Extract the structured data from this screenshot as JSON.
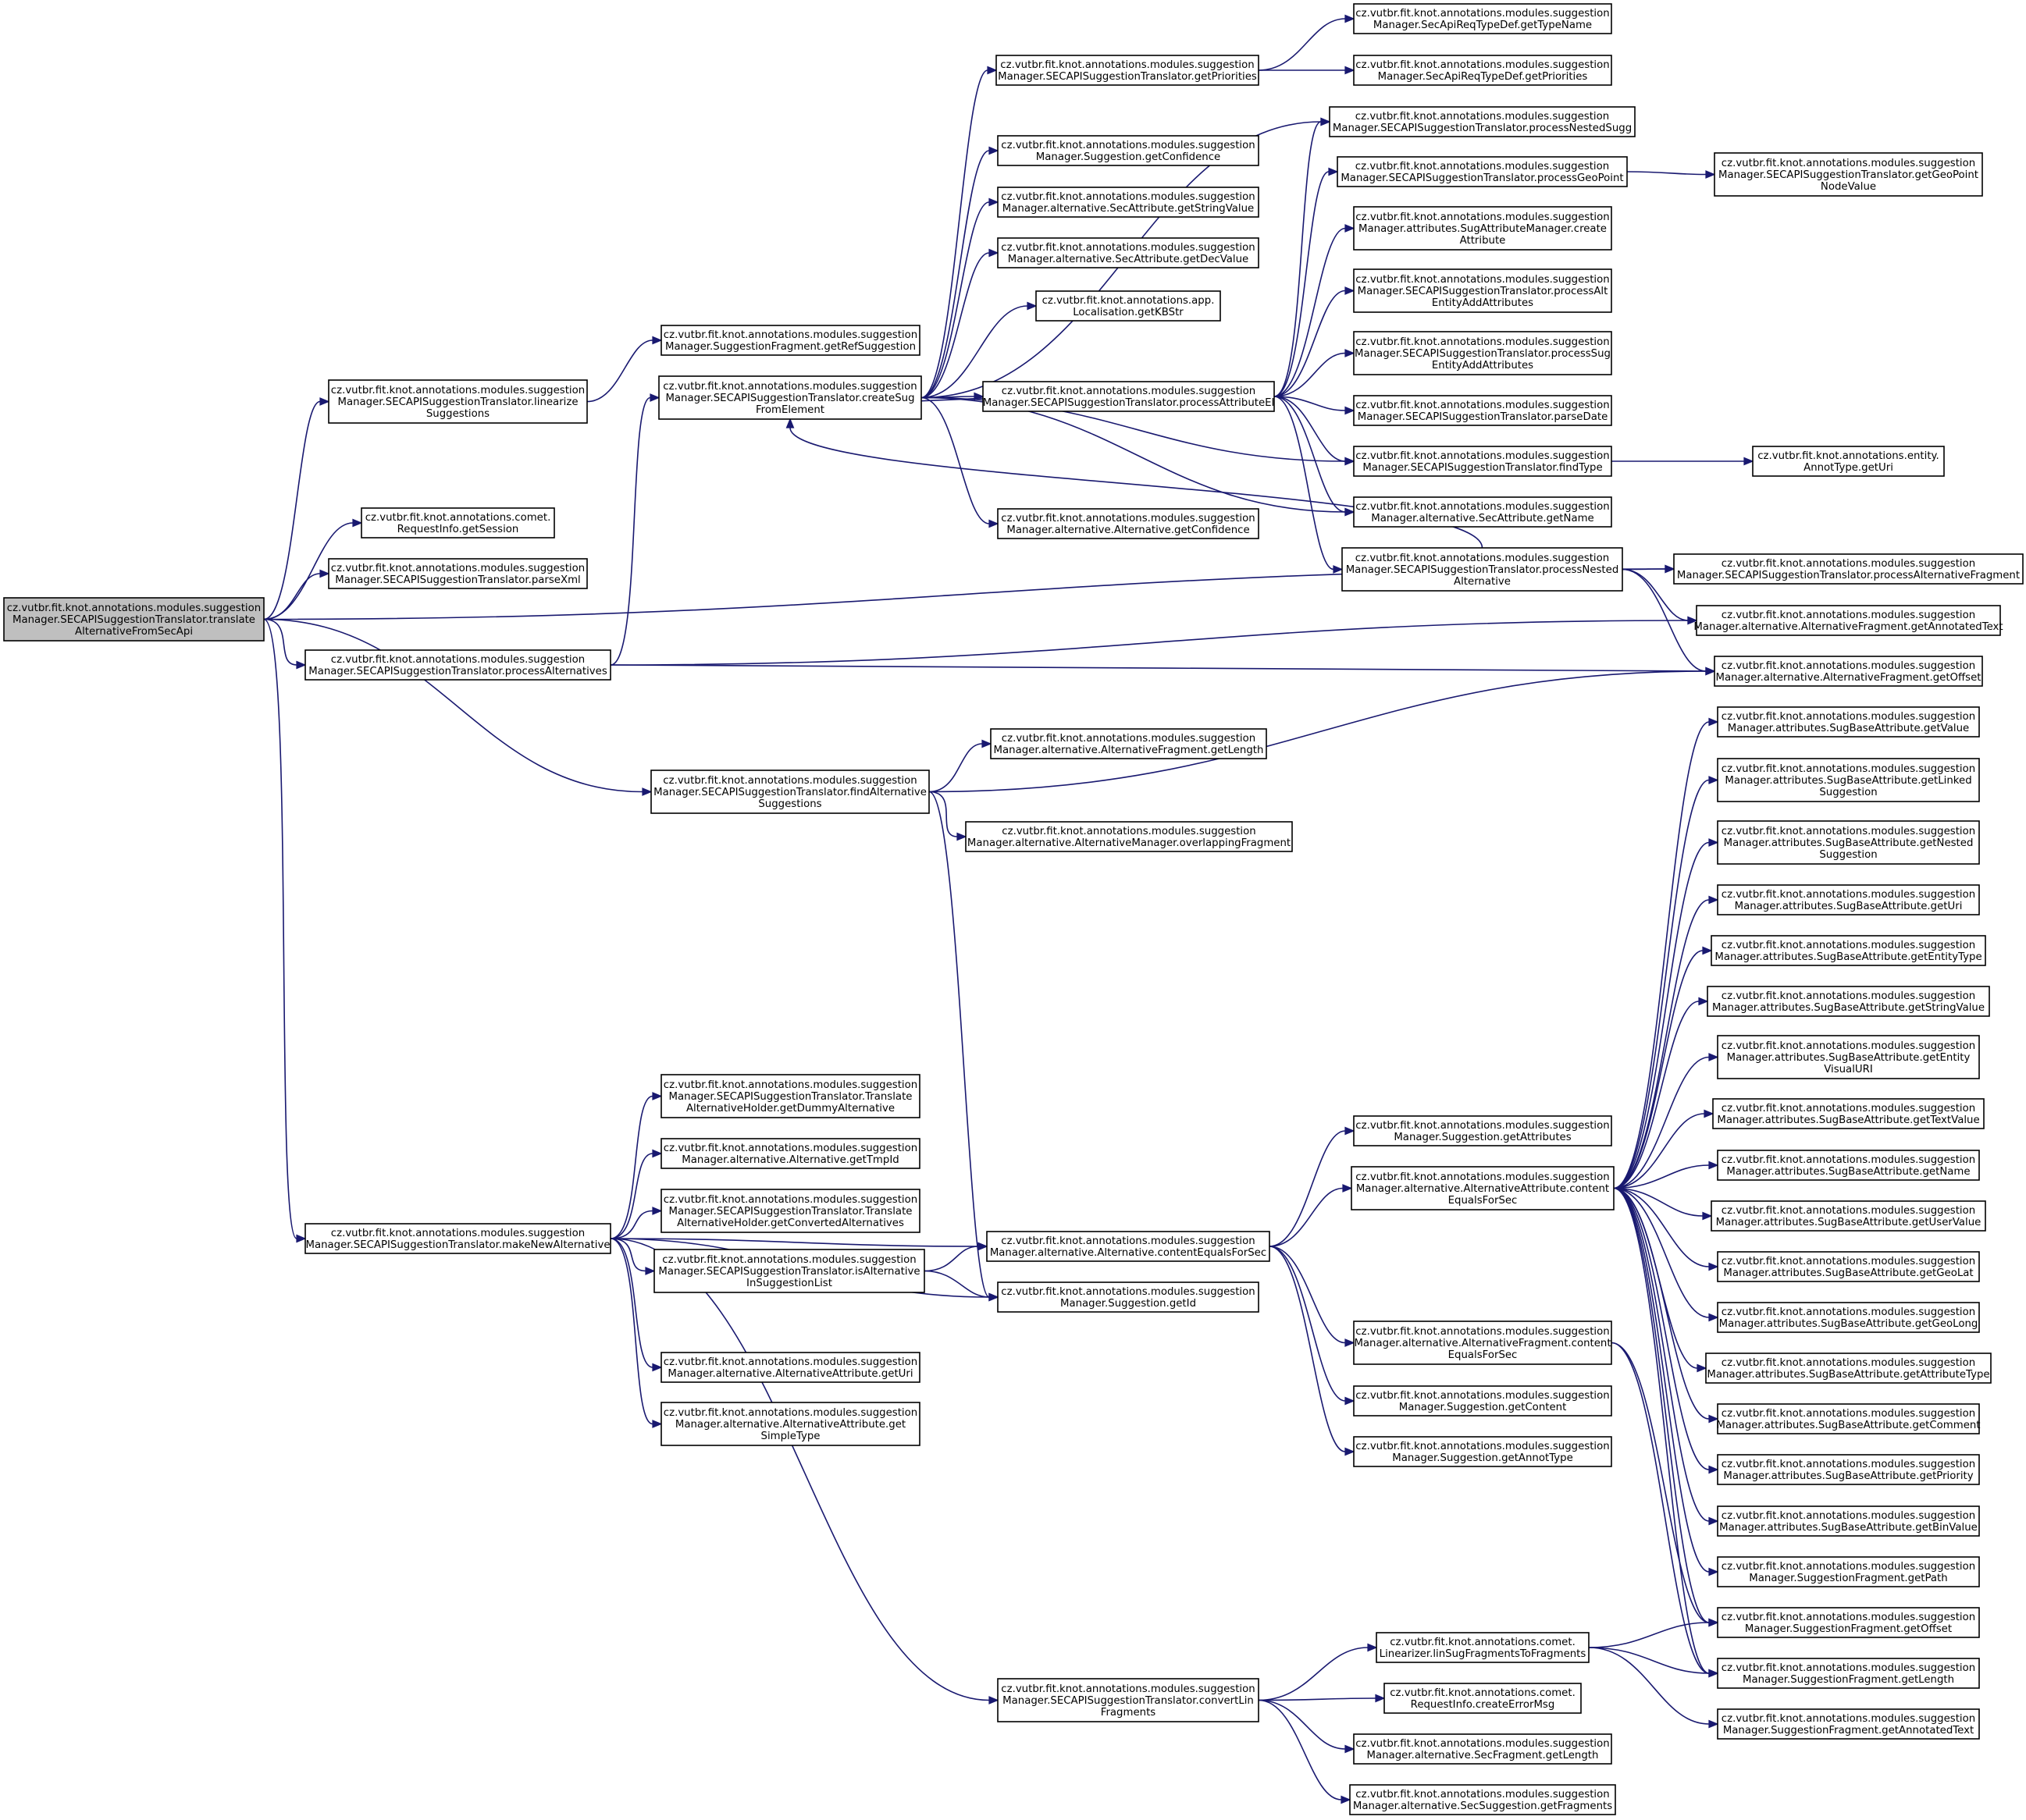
{
  "nodes": {
    "root": [
      "cz.vutbr.fit.knot.annotations.modules.suggestion",
      "Manager.SECAPISuggestionTranslator.translate",
      "AlternativeFromSecApi"
    ],
    "linearize": [
      "cz.vutbr.fit.knot.annotations.modules.suggestion",
      "Manager.SECAPISuggestionTranslator.linearize",
      "Suggestions"
    ],
    "getSession": [
      "cz.vutbr.fit.knot.annotations.comet.",
      "RequestInfo.getSession"
    ],
    "parseXml": [
      "cz.vutbr.fit.knot.annotations.modules.suggestion",
      "Manager.SECAPISuggestionTranslator.parseXml"
    ],
    "processAlternatives": [
      "cz.vutbr.fit.knot.annotations.modules.suggestion",
      "Manager.SECAPISuggestionTranslator.processAlternatives"
    ],
    "makeNewAlternative": [
      "cz.vutbr.fit.knot.annotations.modules.suggestion",
      "Manager.SECAPISuggestionTranslator.makeNewAlternative"
    ],
    "getRefSuggestion": [
      "cz.vutbr.fit.knot.annotations.modules.suggestion",
      "Manager.SuggestionFragment.getRefSuggestion"
    ],
    "createSugFromElement": [
      "cz.vutbr.fit.knot.annotations.modules.suggestion",
      "Manager.SECAPISuggestionTranslator.createSug",
      "FromElement"
    ],
    "findAlternativeSuggestions": [
      "cz.vutbr.fit.knot.annotations.modules.suggestion",
      "Manager.SECAPISuggestionTranslator.findAlternative",
      "Suggestions"
    ],
    "getDummyAlternative": [
      "cz.vutbr.fit.knot.annotations.modules.suggestion",
      "Manager.SECAPISuggestionTranslator.Translate",
      "AlternativeHolder.getDummyAlternative"
    ],
    "getTmpId": [
      "cz.vutbr.fit.knot.annotations.modules.suggestion",
      "Manager.alternative.Alternative.getTmpId"
    ],
    "getConvertedAlternatives": [
      "cz.vutbr.fit.knot.annotations.modules.suggestion",
      "Manager.SECAPISuggestionTranslator.Translate",
      "AlternativeHolder.getConvertedAlternatives"
    ],
    "isAlternativeInSuggestionList": [
      "cz.vutbr.fit.knot.annotations.modules.suggestion",
      "Manager.SECAPISuggestionTranslator.isAlternative",
      "InSuggestionList"
    ],
    "altAttrGetUri": [
      "cz.vutbr.fit.knot.annotations.modules.suggestion",
      "Manager.alternative.AlternativeAttribute.getUri"
    ],
    "altAttrGetSimpleType": [
      "cz.vutbr.fit.knot.annotations.modules.suggestion",
      "Manager.alternative.AlternativeAttribute.get",
      "SimpleType"
    ],
    "getPriorities": [
      "cz.vutbr.fit.knot.annotations.modules.suggestion",
      "Manager.SECAPISuggestionTranslator.getPriorities"
    ],
    "suggestionGetConfidence": [
      "cz.vutbr.fit.knot.annotations.modules.suggestion",
      "Manager.Suggestion.getConfidence"
    ],
    "getStringValue": [
      "cz.vutbr.fit.knot.annotations.modules.suggestion",
      "Manager.alternative.SecAttribute.getStringValue"
    ],
    "getDecValue": [
      "cz.vutbr.fit.knot.annotations.modules.suggestion",
      "Manager.alternative.SecAttribute.getDecValue"
    ],
    "getKBStr": [
      "cz.vutbr.fit.knot.annotations.app.",
      "Localisation.getKBStr"
    ],
    "processAttributeEl": [
      "cz.vutbr.fit.knot.annotations.modules.suggestion",
      "Manager.SECAPISuggestionTranslator.processAttributeEl"
    ],
    "altGetConfidence": [
      "cz.vutbr.fit.knot.annotations.modules.suggestion",
      "Manager.alternative.Alternative.getConfidence"
    ],
    "altFragGetLength": [
      "cz.vutbr.fit.knot.annotations.modules.suggestion",
      "Manager.alternative.AlternativeFragment.getLength"
    ],
    "overlappingFragment": [
      "cz.vutbr.fit.knot.annotations.modules.suggestion",
      "Manager.alternative.AlternativeManager.overlappingFragment"
    ],
    "altContentEqualsForSec": [
      "cz.vutbr.fit.knot.annotations.modules.suggestion",
      "Manager.alternative.Alternative.contentEqualsForSec"
    ],
    "suggestionGetId": [
      "cz.vutbr.fit.knot.annotations.modules.suggestion",
      "Manager.Suggestion.getId"
    ],
    "convertLinFragments": [
      "cz.vutbr.fit.knot.annotations.modules.suggestion",
      "Manager.SECAPISuggestionTranslator.convertLin",
      "Fragments"
    ],
    "getTypeName": [
      "cz.vutbr.fit.knot.annotations.modules.suggestion",
      "Manager.SecApiReqTypeDef.getTypeName"
    ],
    "reqTypeGetPriorities": [
      "cz.vutbr.fit.knot.annotations.modules.suggestion",
      "Manager.SecApiReqTypeDef.getPriorities"
    ],
    "processNestedSugg": [
      "cz.vutbr.fit.knot.annotations.modules.suggestion",
      "Manager.SECAPISuggestionTranslator.processNestedSugg"
    ],
    "processGeoPoint": [
      "cz.vutbr.fit.knot.annotations.modules.suggestion",
      "Manager.SECAPISuggestionTranslator.processGeoPoint"
    ],
    "createAttribute": [
      "cz.vutbr.fit.knot.annotations.modules.suggestion",
      "Manager.attributes.SugAttributeManager.create",
      "Attribute"
    ],
    "processAltEntityAddAttributes": [
      "cz.vutbr.fit.knot.annotations.modules.suggestion",
      "Manager.SECAPISuggestionTranslator.processAlt",
      "EntityAddAttributes"
    ],
    "processSugEntityAddAttributes": [
      "cz.vutbr.fit.knot.annotations.modules.suggestion",
      "Manager.SECAPISuggestionTranslator.processSug",
      "EntityAddAttributes"
    ],
    "parseDate": [
      "cz.vutbr.fit.knot.annotations.modules.suggestion",
      "Manager.SECAPISuggestionTranslator.parseDate"
    ],
    "findType": [
      "cz.vutbr.fit.knot.annotations.modules.suggestion",
      "Manager.SECAPISuggestionTranslator.findType"
    ],
    "secAttrGetName": [
      "cz.vutbr.fit.knot.annotations.modules.suggestion",
      "Manager.alternative.SecAttribute.getName"
    ],
    "processNestedAlternative": [
      "cz.vutbr.fit.knot.annotations.modules.suggestion",
      "Manager.SECAPISuggestionTranslator.processNested",
      "Alternative"
    ],
    "getAttributes": [
      "cz.vutbr.fit.knot.annotations.modules.suggestion",
      "Manager.Suggestion.getAttributes"
    ],
    "altAttrContentEqualsForSec": [
      "cz.vutbr.fit.knot.annotations.modules.suggestion",
      "Manager.alternative.AlternativeAttribute.content",
      "EqualsForSec"
    ],
    "altFragContentEqualsForSec": [
      "cz.vutbr.fit.knot.annotations.modules.suggestion",
      "Manager.alternative.AlternativeFragment.content",
      "EqualsForSec"
    ],
    "suggestionGetContent": [
      "cz.vutbr.fit.knot.annotations.modules.suggestion",
      "Manager.Suggestion.getContent"
    ],
    "suggestionGetAnnotType": [
      "cz.vutbr.fit.knot.annotations.modules.suggestion",
      "Manager.Suggestion.getAnnotType"
    ],
    "linSugFragmentsToFragments": [
      "cz.vutbr.fit.knot.annotations.comet.",
      "Linearizer.linSugFragmentsToFragments"
    ],
    "createErrorMsg": [
      "cz.vutbr.fit.knot.annotations.comet.",
      "RequestInfo.createErrorMsg"
    ],
    "secFragGetLength": [
      "cz.vutbr.fit.knot.annotations.modules.suggestion",
      "Manager.alternative.SecFragment.getLength"
    ],
    "secSuggestionGetFragments": [
      "cz.vutbr.fit.knot.annotations.modules.suggestion",
      "Manager.alternative.SecSuggestion.getFragments"
    ],
    "getGeoPointNodeValue": [
      "cz.vutbr.fit.knot.annotations.modules.suggestion",
      "Manager.SECAPISuggestionTranslator.getGeoPoint",
      "NodeValue"
    ],
    "annotTypeGetUri": [
      "cz.vutbr.fit.knot.annotations.entity.",
      "AnnotType.getUri"
    ],
    "processAlternativeFragment": [
      "cz.vutbr.fit.knot.annotations.modules.suggestion",
      "Manager.SECAPISuggestionTranslator.processAlternativeFragment"
    ],
    "altFragGetAnnotatedText": [
      "cz.vutbr.fit.knot.annotations.modules.suggestion",
      "Manager.alternative.AlternativeFragment.getAnnotatedText"
    ],
    "altFragGetOffset": [
      "cz.vutbr.fit.knot.annotations.modules.suggestion",
      "Manager.alternative.AlternativeFragment.getOffset"
    ],
    "sbaGetValue": [
      "cz.vutbr.fit.knot.annotations.modules.suggestion",
      "Manager.attributes.SugBaseAttribute.getValue"
    ],
    "sbaGetLinkedSuggestion": [
      "cz.vutbr.fit.knot.annotations.modules.suggestion",
      "Manager.attributes.SugBaseAttribute.getLinked",
      "Suggestion"
    ],
    "sbaGetNestedSuggestion": [
      "cz.vutbr.fit.knot.annotations.modules.suggestion",
      "Manager.attributes.SugBaseAttribute.getNested",
      "Suggestion"
    ],
    "sbaGetUri": [
      "cz.vutbr.fit.knot.annotations.modules.suggestion",
      "Manager.attributes.SugBaseAttribute.getUri"
    ],
    "sbaGetEntityType": [
      "cz.vutbr.fit.knot.annotations.modules.suggestion",
      "Manager.attributes.SugBaseAttribute.getEntityType"
    ],
    "sbaGetStringValue": [
      "cz.vutbr.fit.knot.annotations.modules.suggestion",
      "Manager.attributes.SugBaseAttribute.getStringValue"
    ],
    "sbaGetEntityVisualURI": [
      "cz.vutbr.fit.knot.annotations.modules.suggestion",
      "Manager.attributes.SugBaseAttribute.getEntity",
      "VisualURI"
    ],
    "sbaGetTextValue": [
      "cz.vutbr.fit.knot.annotations.modules.suggestion",
      "Manager.attributes.SugBaseAttribute.getTextValue"
    ],
    "sbaGetName": [
      "cz.vutbr.fit.knot.annotations.modules.suggestion",
      "Manager.attributes.SugBaseAttribute.getName"
    ],
    "sbaGetUserValue": [
      "cz.vutbr.fit.knot.annotations.modules.suggestion",
      "Manager.attributes.SugBaseAttribute.getUserValue"
    ],
    "sbaGetGeoLat": [
      "cz.vutbr.fit.knot.annotations.modules.suggestion",
      "Manager.attributes.SugBaseAttribute.getGeoLat"
    ],
    "sbaGetGeoLong": [
      "cz.vutbr.fit.knot.annotations.modules.suggestion",
      "Manager.attributes.SugBaseAttribute.getGeoLong"
    ],
    "sbaGetAttributeType": [
      "cz.vutbr.fit.knot.annotations.modules.suggestion",
      "Manager.attributes.SugBaseAttribute.getAttributeType"
    ],
    "sbaGetComment": [
      "cz.vutbr.fit.knot.annotations.modules.suggestion",
      "Manager.attributes.SugBaseAttribute.getComment"
    ],
    "sbaGetPriority": [
      "cz.vutbr.fit.knot.annotations.modules.suggestion",
      "Manager.attributes.SugBaseAttribute.getPriority"
    ],
    "sbaGetBinValue": [
      "cz.vutbr.fit.knot.annotations.modules.suggestion",
      "Manager.attributes.SugBaseAttribute.getBinValue"
    ],
    "sfGetPath": [
      "cz.vutbr.fit.knot.annotations.modules.suggestion",
      "Manager.SuggestionFragment.getPath"
    ],
    "sfGetOffset": [
      "cz.vutbr.fit.knot.annotations.modules.suggestion",
      "Manager.SuggestionFragment.getOffset"
    ],
    "sfGetLength": [
      "cz.vutbr.fit.knot.annotations.modules.suggestion",
      "Manager.SuggestionFragment.getLength"
    ],
    "sfGetAnnotatedText": [
      "cz.vutbr.fit.knot.annotations.modules.suggestion",
      "Manager.SuggestionFragment.getAnnotatedText"
    ]
  },
  "edges": [
    [
      "root",
      "linearize"
    ],
    [
      "root",
      "getSession"
    ],
    [
      "root",
      "parseXml"
    ],
    [
      "root",
      "processAlternatives"
    ],
    [
      "root",
      "processAlternativeFragment"
    ],
    [
      "root",
      "findAlternativeSuggestions"
    ],
    [
      "root",
      "makeNewAlternative"
    ],
    [
      "linearize",
      "getRefSuggestion"
    ],
    [
      "processAlternatives",
      "createSugFromElement"
    ],
    [
      "processAlternatives",
      "altFragGetAnnotatedText"
    ],
    [
      "processAlternatives",
      "altFragGetOffset"
    ],
    [
      "createSugFromElement",
      "getPriorities"
    ],
    [
      "createSugFromElement",
      "suggestionGetConfidence"
    ],
    [
      "createSugFromElement",
      "getStringValue"
    ],
    [
      "createSugFromElement",
      "getDecValue"
    ],
    [
      "createSugFromElement",
      "getKBStr"
    ],
    [
      "createSugFromElement",
      "processAttributeEl"
    ],
    [
      "createSugFromElement",
      "altGetConfidence"
    ],
    [
      "createSugFromElement",
      "findType"
    ],
    [
      "createSugFromElement",
      "secAttrGetName"
    ],
    [
      "createSugFromElement",
      "processNestedSugg"
    ],
    [
      "getPriorities",
      "getTypeName"
    ],
    [
      "getPriorities",
      "reqTypeGetPriorities"
    ],
    [
      "processAttributeEl",
      "createSugFromElement"
    ],
    [
      "processAttributeEl",
      "processNestedSugg"
    ],
    [
      "processAttributeEl",
      "processGeoPoint"
    ],
    [
      "processAttributeEl",
      "createAttribute"
    ],
    [
      "processAttributeEl",
      "processAltEntityAddAttributes"
    ],
    [
      "processAttributeEl",
      "processSugEntityAddAttributes"
    ],
    [
      "processAttributeEl",
      "parseDate"
    ],
    [
      "processAttributeEl",
      "findType"
    ],
    [
      "processAttributeEl",
      "secAttrGetName"
    ],
    [
      "processAttributeEl",
      "processNestedAlternative"
    ],
    [
      "processGeoPoint",
      "getGeoPointNodeValue"
    ],
    [
      "findType",
      "annotTypeGetUri"
    ],
    [
      "processNestedAlternative",
      "createSugFromElement"
    ],
    [
      "processNestedAlternative",
      "processAlternativeFragment"
    ],
    [
      "processNestedAlternative",
      "altFragGetAnnotatedText"
    ],
    [
      "processNestedAlternative",
      "altFragGetOffset"
    ],
    [
      "findAlternativeSuggestions",
      "altFragGetLength"
    ],
    [
      "findAlternativeSuggestions",
      "overlappingFragment"
    ],
    [
      "findAlternativeSuggestions",
      "altFragGetOffset"
    ],
    [
      "findAlternativeSuggestions",
      "suggestionGetId"
    ],
    [
      "makeNewAlternative",
      "altContentEqualsForSec"
    ],
    [
      "makeNewAlternative",
      "getDummyAlternative"
    ],
    [
      "makeNewAlternative",
      "getTmpId"
    ],
    [
      "makeNewAlternative",
      "getConvertedAlternatives"
    ],
    [
      "makeNewAlternative",
      "isAlternativeInSuggestionList"
    ],
    [
      "makeNewAlternative",
      "suggestionGetId"
    ],
    [
      "makeNewAlternative",
      "altAttrGetUri"
    ],
    [
      "makeNewAlternative",
      "altAttrGetSimpleType"
    ],
    [
      "makeNewAlternative",
      "convertLinFragments"
    ],
    [
      "isAlternativeInSuggestionList",
      "altContentEqualsForSec"
    ],
    [
      "isAlternativeInSuggestionList",
      "suggestionGetId"
    ],
    [
      "altContentEqualsForSec",
      "getAttributes"
    ],
    [
      "altContentEqualsForSec",
      "altAttrContentEqualsForSec"
    ],
    [
      "altContentEqualsForSec",
      "altFragContentEqualsForSec"
    ],
    [
      "altContentEqualsForSec",
      "suggestionGetContent"
    ],
    [
      "altContentEqualsForSec",
      "suggestionGetAnnotType"
    ],
    [
      "altAttrContentEqualsForSec",
      "sbaGetValue"
    ],
    [
      "altAttrContentEqualsForSec",
      "sbaGetLinkedSuggestion"
    ],
    [
      "altAttrContentEqualsForSec",
      "sbaGetNestedSuggestion"
    ],
    [
      "altAttrContentEqualsForSec",
      "sbaGetUri"
    ],
    [
      "altAttrContentEqualsForSec",
      "sbaGetEntityType"
    ],
    [
      "altAttrContentEqualsForSec",
      "sbaGetStringValue"
    ],
    [
      "altAttrContentEqualsForSec",
      "sbaGetEntityVisualURI"
    ],
    [
      "altAttrContentEqualsForSec",
      "sbaGetTextValue"
    ],
    [
      "altAttrContentEqualsForSec",
      "sbaGetName"
    ],
    [
      "altAttrContentEqualsForSec",
      "sbaGetUserValue"
    ],
    [
      "altAttrContentEqualsForSec",
      "sbaGetGeoLat"
    ],
    [
      "altAttrContentEqualsForSec",
      "sbaGetGeoLong"
    ],
    [
      "altAttrContentEqualsForSec",
      "sbaGetAttributeType"
    ],
    [
      "altAttrContentEqualsForSec",
      "sbaGetComment"
    ],
    [
      "altAttrContentEqualsForSec",
      "sbaGetPriority"
    ],
    [
      "altAttrContentEqualsForSec",
      "sbaGetBinValue"
    ],
    [
      "altAttrContentEqualsForSec",
      "sfGetPath"
    ],
    [
      "altAttrContentEqualsForSec",
      "sfGetOffset"
    ],
    [
      "altAttrContentEqualsForSec",
      "sfGetLength"
    ],
    [
      "altFragContentEqualsForSec",
      "sfGetOffset"
    ],
    [
      "altFragContentEqualsForSec",
      "sfGetLength"
    ],
    [
      "convertLinFragments",
      "linSugFragmentsToFragments"
    ],
    [
      "convertLinFragments",
      "createErrorMsg"
    ],
    [
      "convertLinFragments",
      "secFragGetLength"
    ],
    [
      "convertLinFragments",
      "secSuggestionGetFragments"
    ],
    [
      "linSugFragmentsToFragments",
      "sfGetOffset"
    ],
    [
      "linSugFragmentsToFragments",
      "sfGetLength"
    ],
    [
      "linSugFragmentsToFragments",
      "sfGetAnnotatedText"
    ]
  ]
}
